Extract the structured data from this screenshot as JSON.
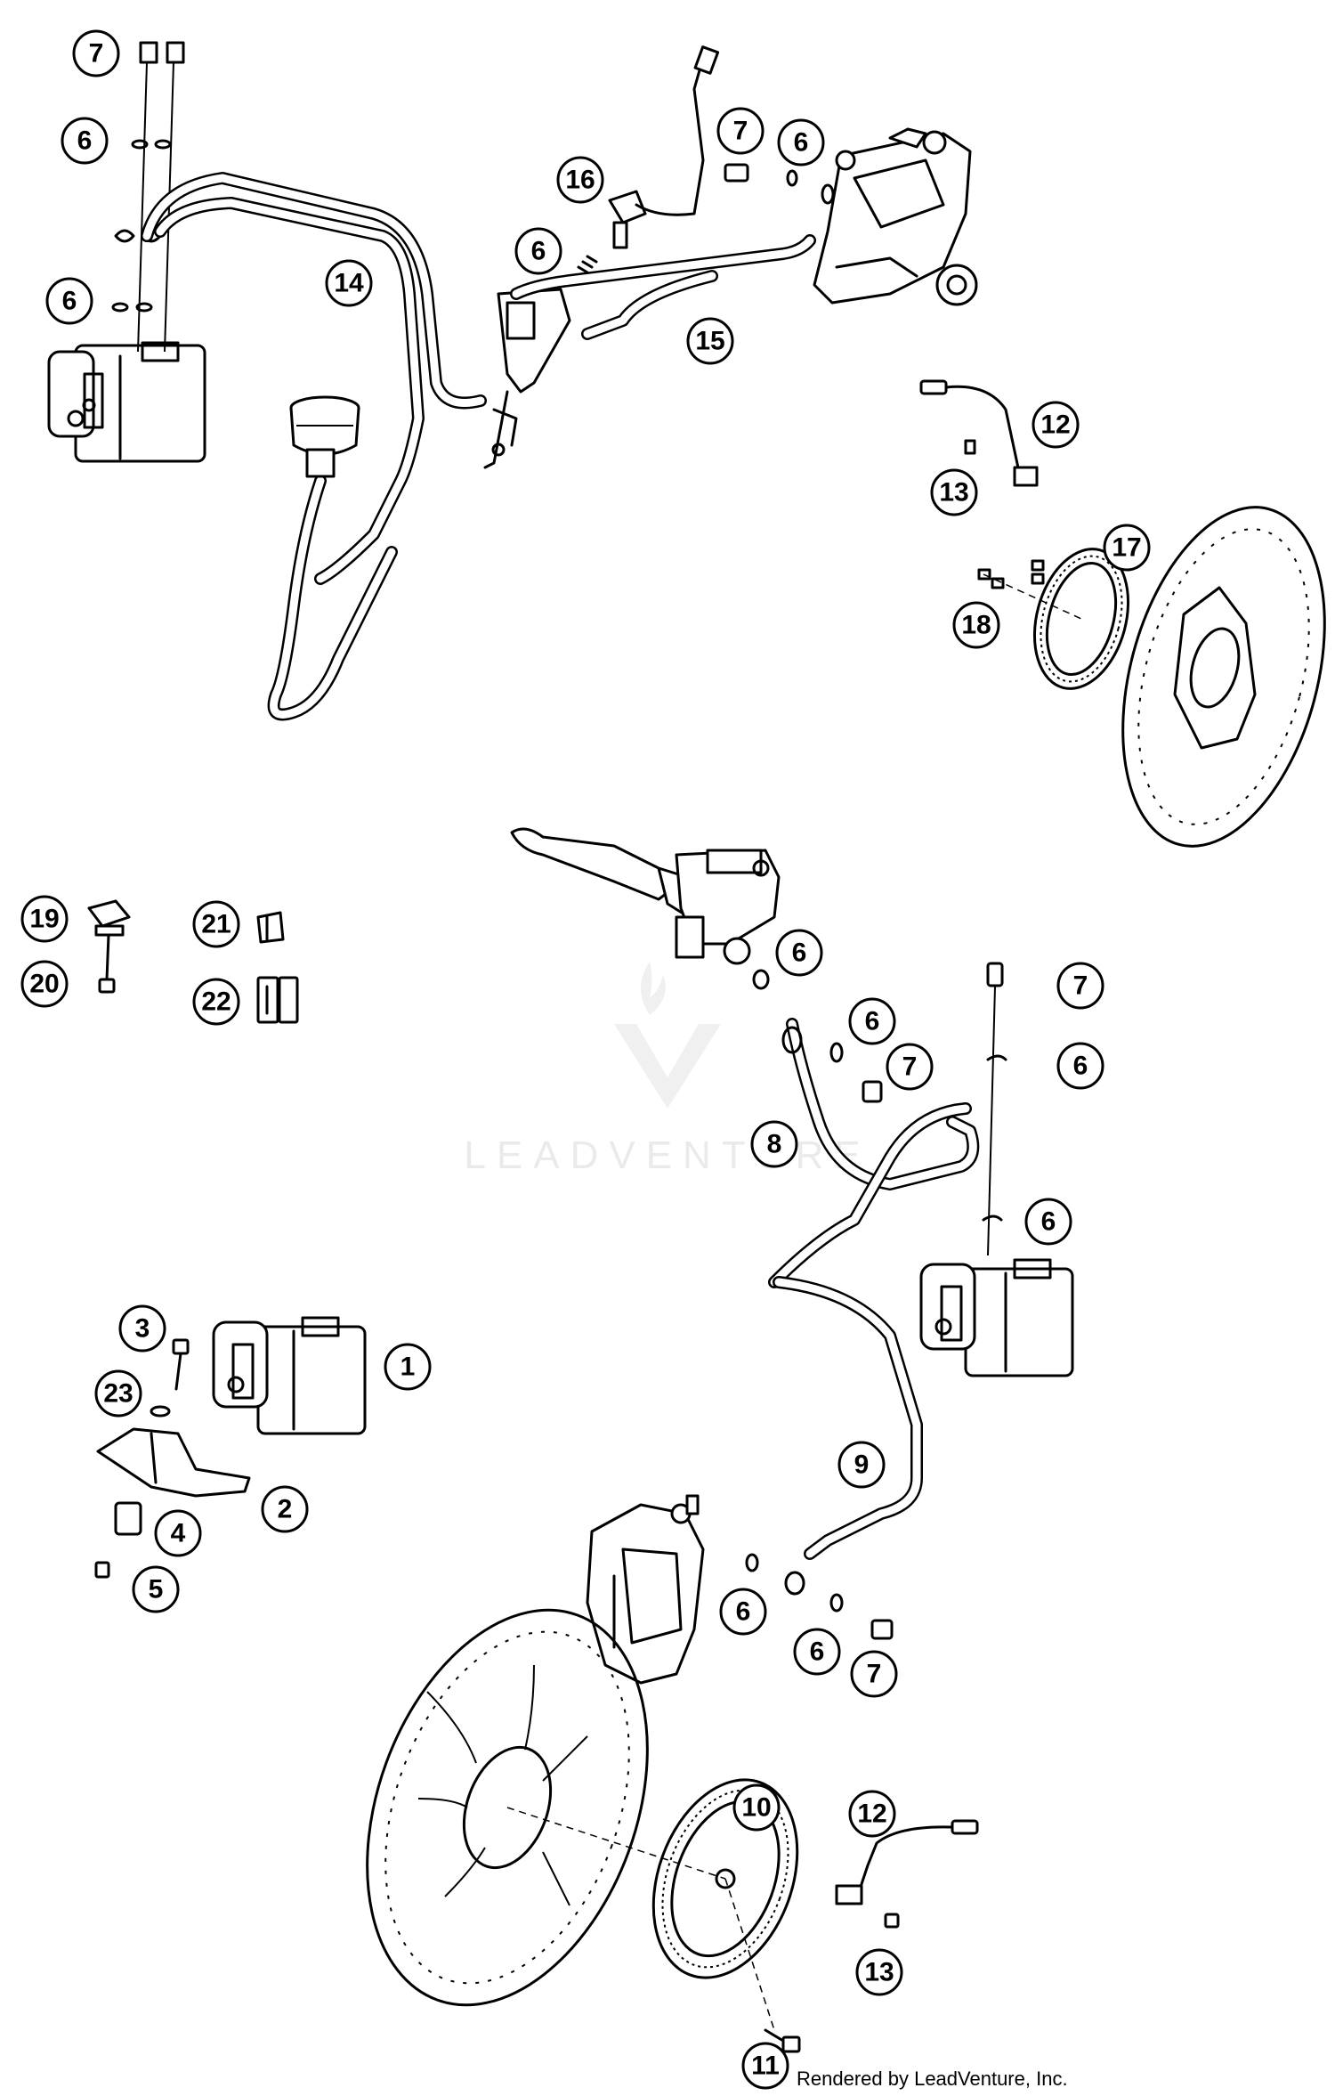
{
  "watermark": {
    "text": "LEADVENTURE"
  },
  "credit": "Rendered by LeadVenture, Inc.",
  "callouts": {
    "c1": "7",
    "c2": "6",
    "c3": "6",
    "c4": "14",
    "c5": "16",
    "c6": "6",
    "c7": "15",
    "c8": "7",
    "c9": "6",
    "c10": "12",
    "c11": "13",
    "c12": "17",
    "c13": "18",
    "c14": "19",
    "c15": "20",
    "c16": "21",
    "c17": "22",
    "c18": "6",
    "c19": "6",
    "c20": "7",
    "c21": "7",
    "c22": "6",
    "c23": "8",
    "c24": "6",
    "c25": "3",
    "c26": "1",
    "c27": "23",
    "c28": "2",
    "c29": "4",
    "c30": "5",
    "c31": "9",
    "c32": "6",
    "c33": "6",
    "c34": "7",
    "c35": "10",
    "c36": "12",
    "c37": "13",
    "c38": "11"
  }
}
